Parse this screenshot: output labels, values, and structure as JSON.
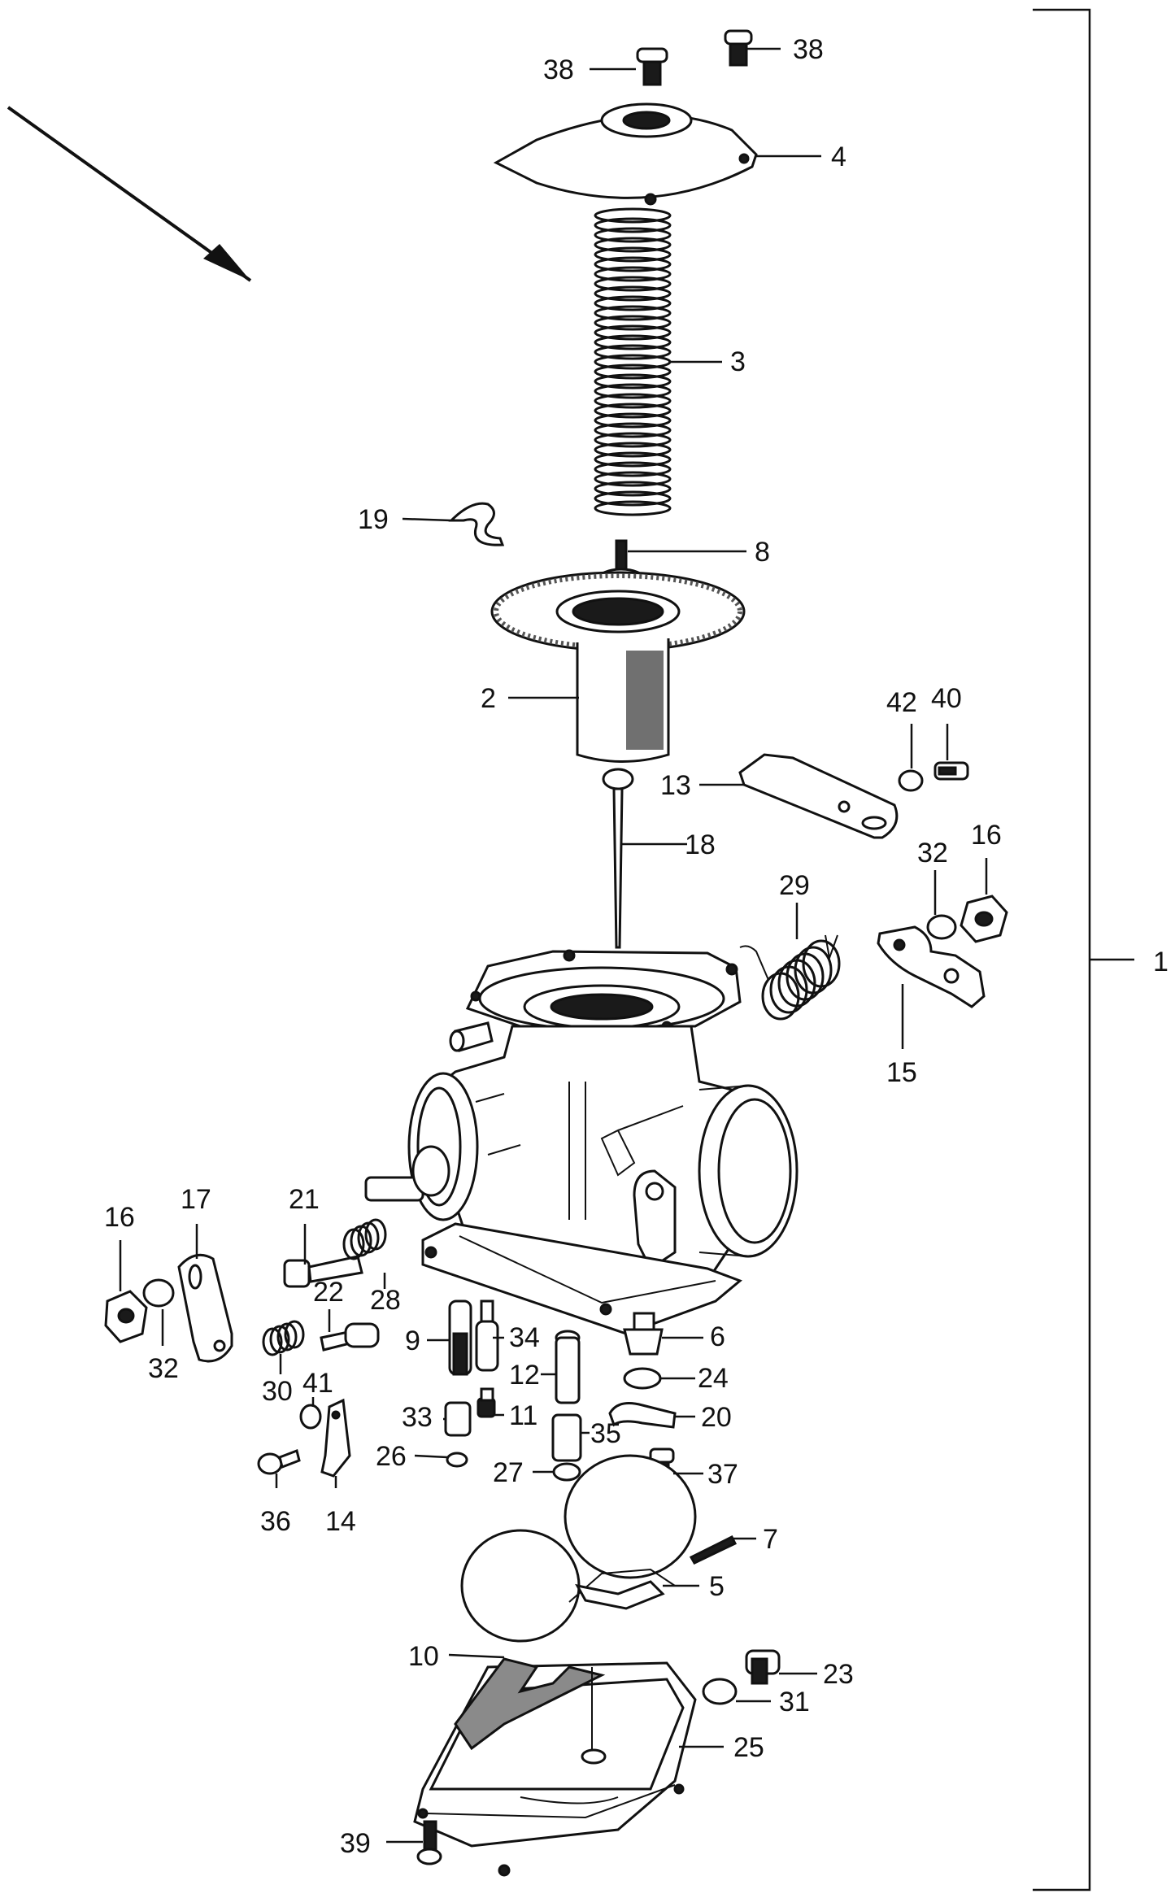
{
  "diagram": {
    "colors": {
      "ink": "#111111",
      "paper": "#ffffff",
      "shade": "#8a8a8a"
    },
    "callouts": {
      "c1": "1",
      "c2": "2",
      "c3": "3",
      "c4": "4",
      "c5": "5",
      "c6": "6",
      "c7": "7",
      "c8": "8",
      "c9": "9",
      "c10": "10",
      "c11": "11",
      "c12": "12",
      "c13": "13",
      "c14": "14",
      "c15": "15",
      "c16a": "16",
      "c16b": "16",
      "c17": "17",
      "c18": "18",
      "c19": "19",
      "c20": "20",
      "c21": "21",
      "c22": "22",
      "c23": "23",
      "c24": "24",
      "c25": "25",
      "c26": "26",
      "c27": "27",
      "c28": "28",
      "c29": "29",
      "c30": "30",
      "c31": "31",
      "c32a": "32",
      "c32b": "32",
      "c33": "33",
      "c34": "34",
      "c35": "35",
      "c36": "36",
      "c37": "37",
      "c38a": "38",
      "c38b": "38",
      "c39": "39",
      "c40": "40",
      "c41": "41",
      "c42": "42"
    }
  }
}
